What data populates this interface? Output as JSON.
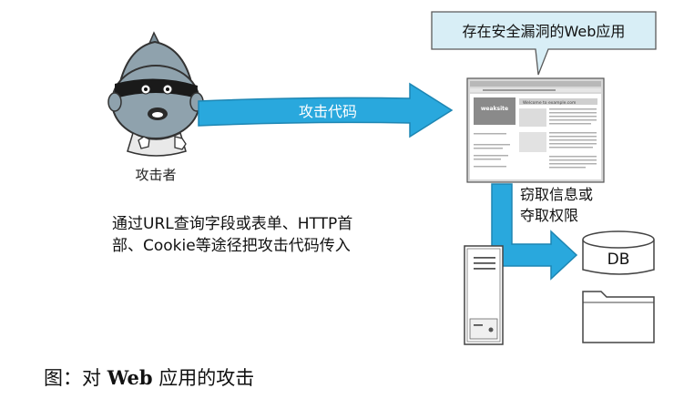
{
  "diagram": {
    "callout": "存在安全漏洞的Web应用",
    "attacker_label": "攻击者",
    "arrow_label": "攻击代码",
    "steal_label": [
      "窃取信息或",
      "夺取权限"
    ],
    "db_label": "DB",
    "description": [
      "通过URL查询字段或表单、HTTP首",
      "部、Cookie等途径把攻击代码传入"
    ],
    "browser": {
      "logo": "weaksite",
      "welcome": "Welcome to example.com"
    },
    "colors": {
      "arrow": "#29a8dd",
      "callout_bg": "#d8eef6",
      "callout_border": "#5a5a5a",
      "attacker": "#8fa2ad",
      "mask": "#1a1a1a"
    }
  },
  "caption": {
    "prefix": "图：对 ",
    "bold": "Web",
    "suffix": " 应用的攻击"
  }
}
